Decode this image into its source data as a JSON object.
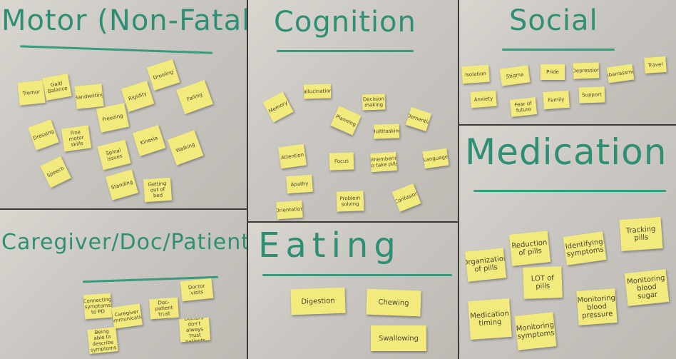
{
  "panels": {
    "motor": {
      "title": "Motor (Non-Fatal)",
      "notes": [
        "Tremor",
        "Gait/ Balance",
        "Handwriting",
        "Rigidity",
        "Drooling",
        "Falling",
        "Freezing",
        "Fine motor skills",
        "Dressing",
        "Spinal issues",
        "Kinesia",
        "Speech",
        "Standing",
        "Getting out of bed",
        "Walking"
      ]
    },
    "cognition": {
      "title": "Cognition",
      "notes": [
        "Memory",
        "Hallucinations",
        "Decision making",
        "Planning",
        "Dementia",
        "Multitasking",
        "Attention",
        "Focus",
        "Remembering to take pills",
        "Language",
        "Apathy",
        "Orientation",
        "Problem solving",
        "Confusion"
      ]
    },
    "social": {
      "title": "Social",
      "notes": [
        "Isolation",
        "Stigma",
        "Pride",
        "Depression",
        "Anxiety",
        "Support",
        "Embarrassment",
        "Family",
        "Travel",
        "Fear of future"
      ]
    },
    "medication": {
      "title": "Medication",
      "notes": [
        "Organization of pills",
        "Reduction of pills",
        "Identifying symptoms",
        "Tracking pills",
        "LOT of pills",
        "Medication timing",
        "Monitoring blood pressure",
        "Monitoring blood sugar",
        "Monitoring symptoms"
      ]
    },
    "caregiver": {
      "title": "Caregiver/Doc/Patient",
      "notes": [
        "Connecting symptoms to PD",
        "Doctor visits",
        "Caregiver communication",
        "Doc-patient trust",
        "Doctors don't always trust patients",
        "Being able to describe symptoms"
      ]
    },
    "eating": {
      "title": "Eating",
      "notes": [
        "Digestion",
        "Chewing",
        "Swallowing"
      ]
    }
  },
  "colors": {
    "marker": "#2f8f74",
    "sticky_note": "#f2ea7c",
    "whiteboard": "#cfccc6"
  }
}
